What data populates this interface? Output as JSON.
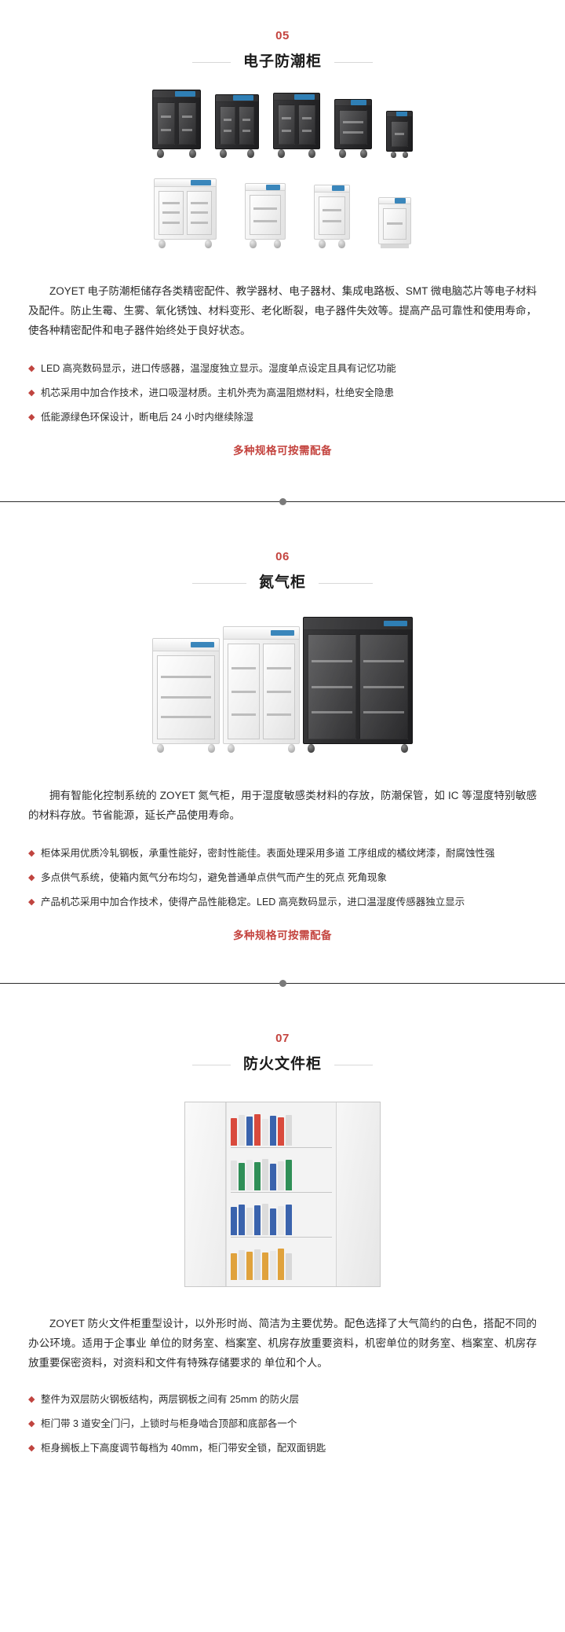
{
  "sections": [
    {
      "number": "05",
      "title": "电子防潮柜",
      "paragraph": "ZOYET 电子防潮柜储存各类精密配件、教学器材、电子器材、集成电路板、SMT 微电脑芯片等电子材料 及配件。防止生霉、生雾、氧化锈蚀、材料变形、老化断裂，电子器件失效等。提高产品可靠性和使用寿命，使各种精密配件和电子器件始终处于良好状态。",
      "bullets": [
        "LED 高亮数码显示，进口传感器，温湿度独立显示。湿度单点设定且具有记忆功能",
        "机芯采用中加合作技术，进口吸湿材质。主机外壳为高温阻燃材料，杜绝安全隐患",
        "低能源绿色环保设计，断电后 24 小时内继续除湿"
      ],
      "cta": "多种规格可按需配备"
    },
    {
      "number": "06",
      "title": "氮气柜",
      "paragraph": "拥有智能化控制系统的 ZOYET 氮气柜，用于湿度敏感类材料的存放，防潮保管，如 IC 等湿度特别敏感 的材料存放。节省能源，延长产品使用寿命。",
      "bullets": [
        "柜体采用优质冷轧钢板，承重性能好，密封性能佳。表面处理采用多道 工序组成的橘纹烤漆，耐腐蚀性强",
        "多点供气系统，使箱内氮气分布均匀，避免普通单点供气而产生的死点 死角现象",
        "产品机芯采用中加合作技术，使得产品性能稳定。LED 高亮数码显示，进口温湿度传感器独立显示"
      ],
      "cta": "多种规格可按需配备"
    },
    {
      "number": "07",
      "title": "防火文件柜",
      "paragraph": "ZOYET 防火文件柜重型设计，以外形时尚、简洁为主要优势。配色选择了大气简约的白色，搭配不同的办公环境。适用于企事业 单位的财务室、档案室、机房存放重要资料，机密单位的财务室、档案室、机房存放重要保密资料，对资料和文件有特殊存储要求的 单位和个人。",
      "bullets": [
        "整件为双层防火钢板结构，两层钢板之间有 25mm 的防火层",
        "柜门带 3 道安全门闩，上锁时与柜身啮合顶部和底部各一个",
        "柜身搁板上下高度调节每档为 40mm，柜门带安全锁，配双面钥匙"
      ],
      "cta": ""
    }
  ],
  "colors": {
    "accent_red": "#c4443f",
    "bullet_red": "#c0443f",
    "title_black": "#1a1a1a",
    "divider": "#2c2c2c",
    "panel_blue": "#2f7fb5"
  },
  "icons": {
    "bullet": "diamond-bullet-icon",
    "divider_dot": "divider-dot-icon",
    "product_dark": "dark-dry-cabinet-image",
    "product_light": "white-dry-cabinet-image",
    "product_nitrogen": "nitrogen-cabinet-image",
    "product_file": "fireproof-file-cabinet-image"
  }
}
